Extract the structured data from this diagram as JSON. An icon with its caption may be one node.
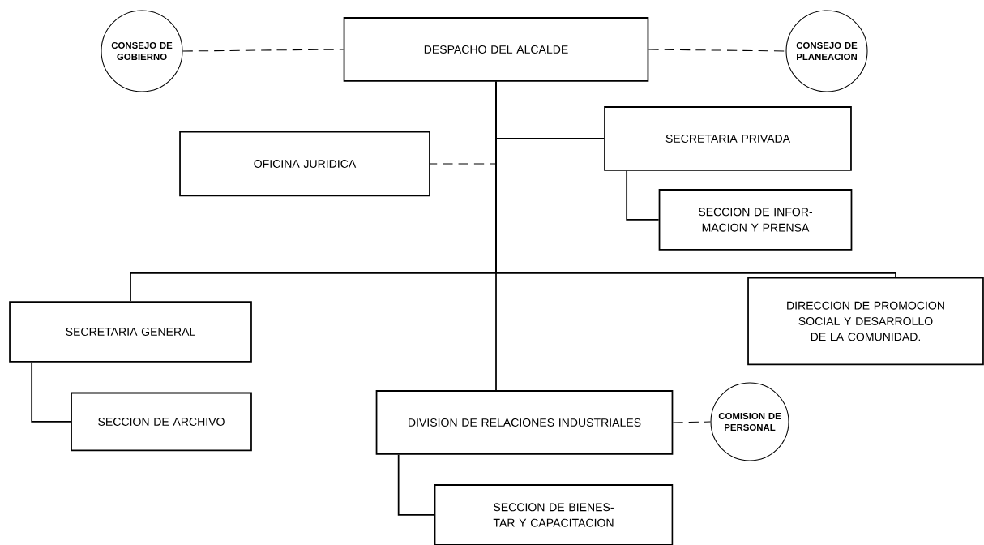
{
  "diagram": {
    "nodes": [
      {
        "text": [
          "CONSEJO DE GOBIERNO"
        ]
      },
      {
        "text": [
          "DESPACHO DEL ALCALDE"
        ]
      },
      {
        "text": [
          "CONSEJO DE PLANEACION"
        ]
      },
      {
        "text": [
          "OFICINA JURIDICA"
        ]
      },
      {
        "text": [
          "SECRETARIA PRIVADA"
        ]
      },
      {
        "text": [
          "SECCION DE INFOR- MACION Y PRENSA"
        ]
      },
      {
        "text": [
          "SECRETARIA GENERAL"
        ]
      },
      {
        "text": [
          "DIRECCION DE PROMOCION SOCIAL Y DESARROLLO DE LA COMUNIDAD."
        ]
      },
      {
        "text": [
          "SECCION DE ARCHIVO"
        ]
      },
      {
        "text": [
          "DIVISION DE RELACIONES INDUSTRIALES"
        ]
      },
      {
        "text": [
          "COMISION DE PERSONAL"
        ]
      },
      {
        "text": [
          "SECCION DE BIENES- TAR Y CAPACITACION"
        ]
      }
    ],
    "edges": [
      {
        "from": 0,
        "to": 1,
        "arrow": "none",
        "style": "dashed"
      },
      {
        "from": 1,
        "to": 2,
        "arrow": "none",
        "style": "dashed"
      },
      {
        "from": 1,
        "to": 3,
        "arrow": "none",
        "style": "dashed"
      },
      {
        "from": 1,
        "to": 4,
        "arrow": "none"
      },
      {
        "from": 4,
        "to": 5,
        "arrow": "none"
      },
      {
        "from": 1,
        "to": 6,
        "arrow": "none"
      },
      {
        "from": 1,
        "to": 7,
        "arrow": "none"
      },
      {
        "from": 1,
        "to": 9,
        "arrow": "none"
      },
      {
        "from": 6,
        "to": 8,
        "arrow": "none"
      },
      {
        "from": 9,
        "to": 10,
        "arrow": "none",
        "style": "dashed"
      },
      {
        "from": 9,
        "to": 11,
        "arrow": "none"
      }
    ]
  }
}
